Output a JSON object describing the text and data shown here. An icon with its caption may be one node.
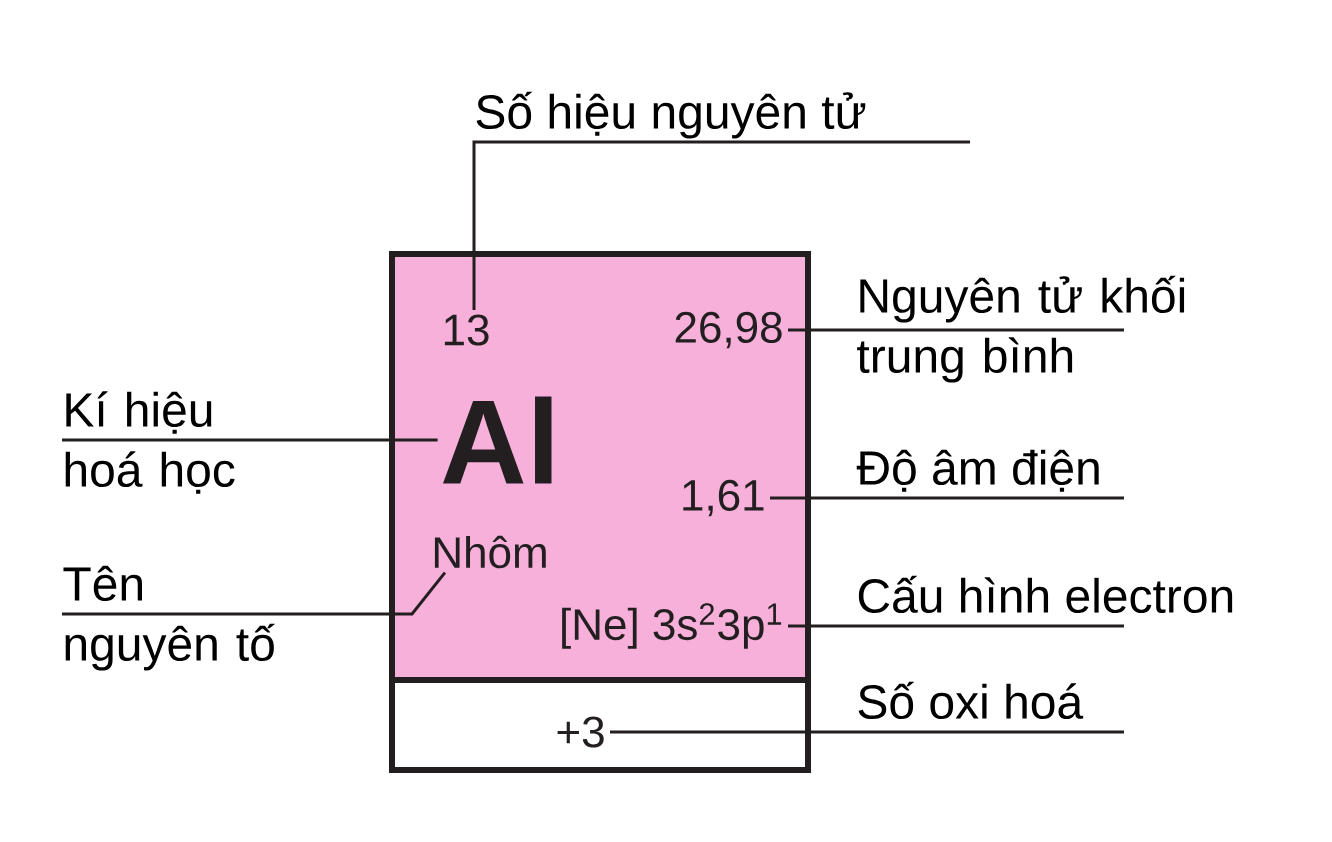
{
  "diagram": {
    "nodes": [
      {
        "text": [],
        "shape": "box"
      },
      {
        "text": [
          "13"
        ],
        "in": 0
      },
      {
        "text": [
          "26,98"
        ],
        "in": 0
      },
      {
        "text": [
          "Al"
        ],
        "in": 0
      },
      {
        "text": [
          "1,61"
        ],
        "in": 0
      },
      {
        "text": [
          "Nhôm"
        ],
        "in": 0
      },
      {
        "text": [
          "[Ne] 3s$^{2}$3p$^{1}$"
        ],
        "in": 0
      },
      {
        "text": [],
        "shape": "box"
      },
      {
        "text": [
          "+3"
        ],
        "in": 7
      },
      {
        "text": [
          "Số hiệu nguyên tử"
        ]
      },
      {
        "text": [
          "Nguyên tử khối trung bình"
        ]
      },
      {
        "text": [
          "Kí hiệu hoá học"
        ]
      },
      {
        "text": [
          "Độ âm điện"
        ]
      },
      {
        "text": [
          "Tên nguyên tố"
        ]
      },
      {
        "text": [
          "Cấu hình electron"
        ]
      },
      {
        "text": [
          "Số oxi hoá"
        ]
      }
    ],
    "edges": [
      {
        "from": 9,
        "to": 1,
        "arrow": "none"
      },
      {
        "from": 10,
        "to": 2,
        "arrow": "none"
      },
      {
        "from": 11,
        "to": 3,
        "arrow": "none"
      },
      {
        "from": 12,
        "to": 4,
        "arrow": "none"
      },
      {
        "from": 13,
        "to": 5,
        "arrow": "none"
      },
      {
        "from": 14,
        "to": 6,
        "arrow": "none"
      },
      {
        "from": 15,
        "to": 8,
        "arrow": "none"
      }
    ]
  }
}
